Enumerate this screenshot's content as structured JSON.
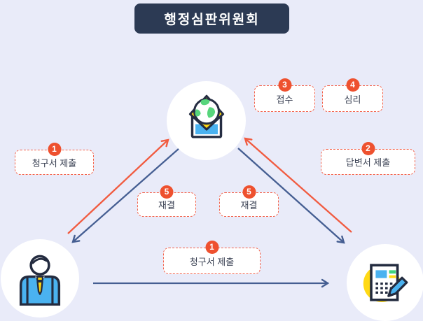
{
  "title_box": {
    "label": "행정심판위원회"
  },
  "steps": {
    "claim_left": {
      "num": "1",
      "label": "청구서 제출"
    },
    "answer": {
      "num": "2",
      "label": "답변서 제출"
    },
    "receipt": {
      "num": "3",
      "label": "접수"
    },
    "review": {
      "num": "4",
      "label": "심리"
    },
    "ruling_left": {
      "num": "5",
      "label": "재결"
    },
    "ruling_right": {
      "num": "5",
      "label": "재결"
    },
    "claim_bottom": {
      "num": "1",
      "label": "청구서 제출"
    }
  },
  "nodes": {
    "committee": {
      "icon": "envelope-globe-icon"
    },
    "claimant": {
      "icon": "person-icon"
    },
    "respondent": {
      "icon": "document-pencil-icon"
    }
  },
  "arrows": [
    {
      "name": "claimant-to-committee",
      "color": "red"
    },
    {
      "name": "committee-to-claimant",
      "color": "blue"
    },
    {
      "name": "respondent-to-committee",
      "color": "red"
    },
    {
      "name": "committee-to-respondent",
      "color": "blue"
    },
    {
      "name": "claimant-to-respondent",
      "color": "blue"
    }
  ],
  "colors": {
    "background": "#e9ebf9",
    "header_bg": "#2c3a54",
    "header_text": "#ffffff",
    "badge_red": "#ee512f",
    "dashed_border_red": "#f2604a",
    "arrow_red": "#f15b40",
    "arrow_blue": "#455e92",
    "label_text": "#3b4254",
    "node_bg": "#ffffff",
    "icon_outline": "#252d42",
    "icon_blue": "#4ab2f0",
    "icon_yellow": "#ffd60f",
    "icon_green": "#57d57c"
  }
}
